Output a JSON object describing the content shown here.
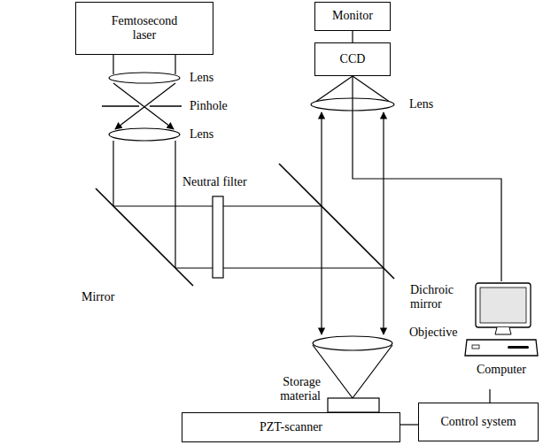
{
  "diagram": {
    "nodes": [
      {
        "text": [
          "Femtosecond laser"
        ]
      },
      {
        "text": [
          "Monitor"
        ]
      },
      {
        "text": [
          "CCD"
        ]
      },
      {
        "text": [
          "Computer"
        ]
      },
      {
        "text": [
          "Control system"
        ]
      },
      {
        "text": [
          "PZT-scanner"
        ]
      }
    ],
    "edges": [
      {
        "from": 1,
        "to": 2,
        "arrow": "none"
      },
      {
        "from": 2,
        "to": 3,
        "arrow": "none"
      },
      {
        "from": 3,
        "to": 4,
        "arrow": "none"
      },
      {
        "from": 4,
        "to": 5,
        "arrow": "none"
      }
    ],
    "labels": [
      "Lens",
      "Pinhole",
      "Lens",
      "Neutral filter",
      "Mirror",
      "Lens",
      "Dichroic mirror",
      "Objective",
      "Storage material"
    ]
  }
}
